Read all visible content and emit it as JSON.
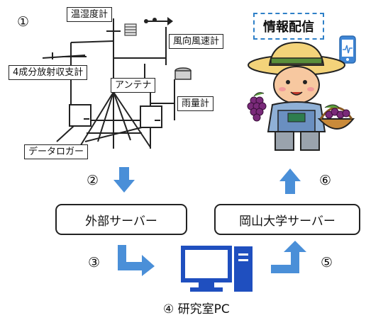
{
  "station": {
    "step": "①",
    "labels": {
      "thermo_hygrometer": "温湿度計",
      "anemometer": "風向風速計",
      "radiometer": "4成分放射収支計",
      "antenna": "アンテナ",
      "rain_gauge": "雨量計",
      "data_logger": "データロガー"
    }
  },
  "info_label": "情報配信",
  "flow": {
    "step2": "②",
    "step3": "③",
    "step5": "⑤",
    "step6": "⑥",
    "external_server": "外部サーバー",
    "okayama_server": "岡山大学サーバー",
    "lab_pc": "④ 研究室PC"
  },
  "colors": {
    "arrow": "#4a8fd8",
    "pc": "#1f4fbf",
    "info_border": "#2f80c8"
  }
}
